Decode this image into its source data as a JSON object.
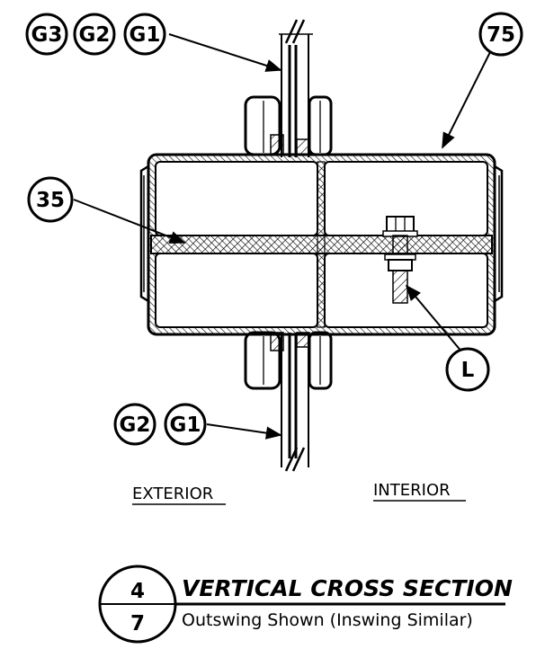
{
  "callouts": {
    "g3": "G3",
    "g2_top": "G2",
    "g1_top": "G1",
    "seventy_five": "75",
    "thirty_five": "35",
    "l": "L",
    "g2_bottom": "G2",
    "g1_bottom": "G1"
  },
  "labels": {
    "exterior": "EXTERIOR",
    "interior": "INTERIOR"
  },
  "title_block": {
    "detail_number": "4",
    "sheet_number": "7",
    "title": "VERTICAL CROSS SECTION",
    "subtitle": "Outswing Shown (Inswing Similar)"
  }
}
